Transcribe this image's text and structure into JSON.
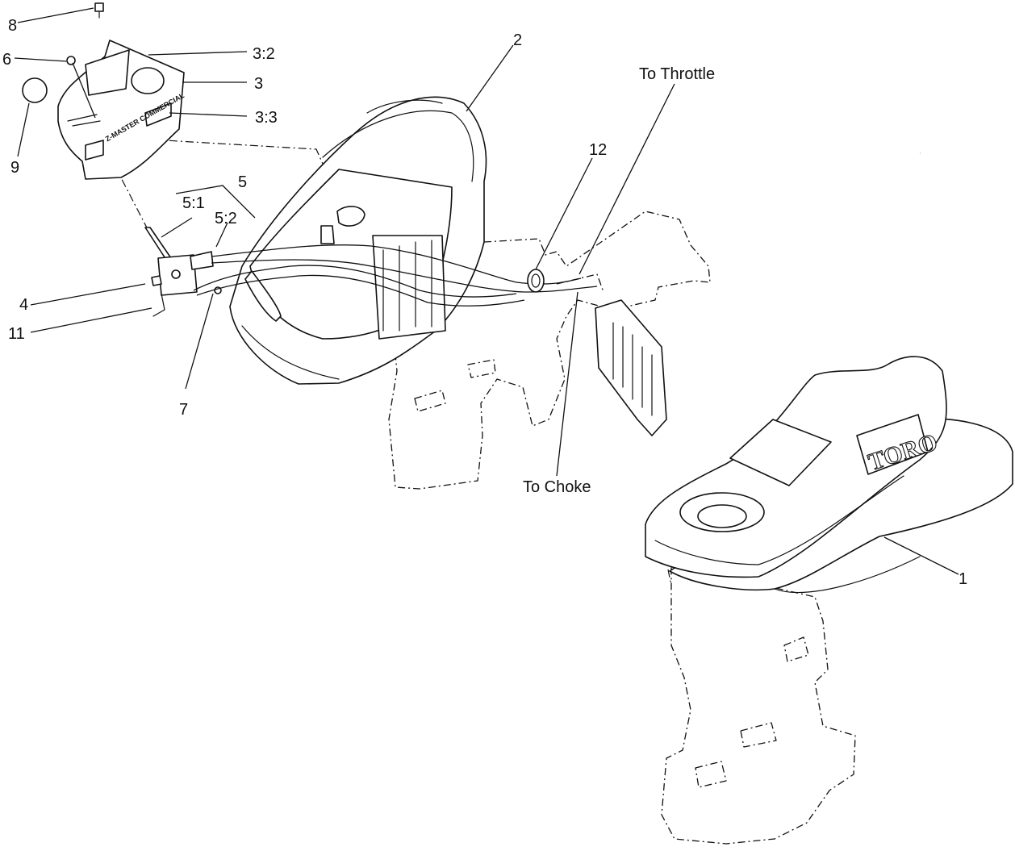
{
  "diagram": {
    "callouts": [
      {
        "id": "c-8",
        "text": "8"
      },
      {
        "id": "c-6",
        "text": "6"
      },
      {
        "id": "c-9",
        "text": "9"
      },
      {
        "id": "c-3-2",
        "text": "3:2"
      },
      {
        "id": "c-3",
        "text": "3"
      },
      {
        "id": "c-3-3",
        "text": "3:3"
      },
      {
        "id": "c-2",
        "text": "2"
      },
      {
        "id": "c-5",
        "text": "5"
      },
      {
        "id": "c-5-1",
        "text": "5:1"
      },
      {
        "id": "c-5-2",
        "text": "5:2"
      },
      {
        "id": "c-4",
        "text": "4"
      },
      {
        "id": "c-11",
        "text": "11"
      },
      {
        "id": "c-7",
        "text": "7"
      },
      {
        "id": "c-12",
        "text": "12"
      },
      {
        "id": "c-1",
        "text": "1"
      }
    ],
    "notes": {
      "to_throttle": "To Throttle",
      "to_choke": "To Choke"
    },
    "panel_logo": "TORO",
    "decal_text": "Z-MASTER COMMERCIAL"
  }
}
